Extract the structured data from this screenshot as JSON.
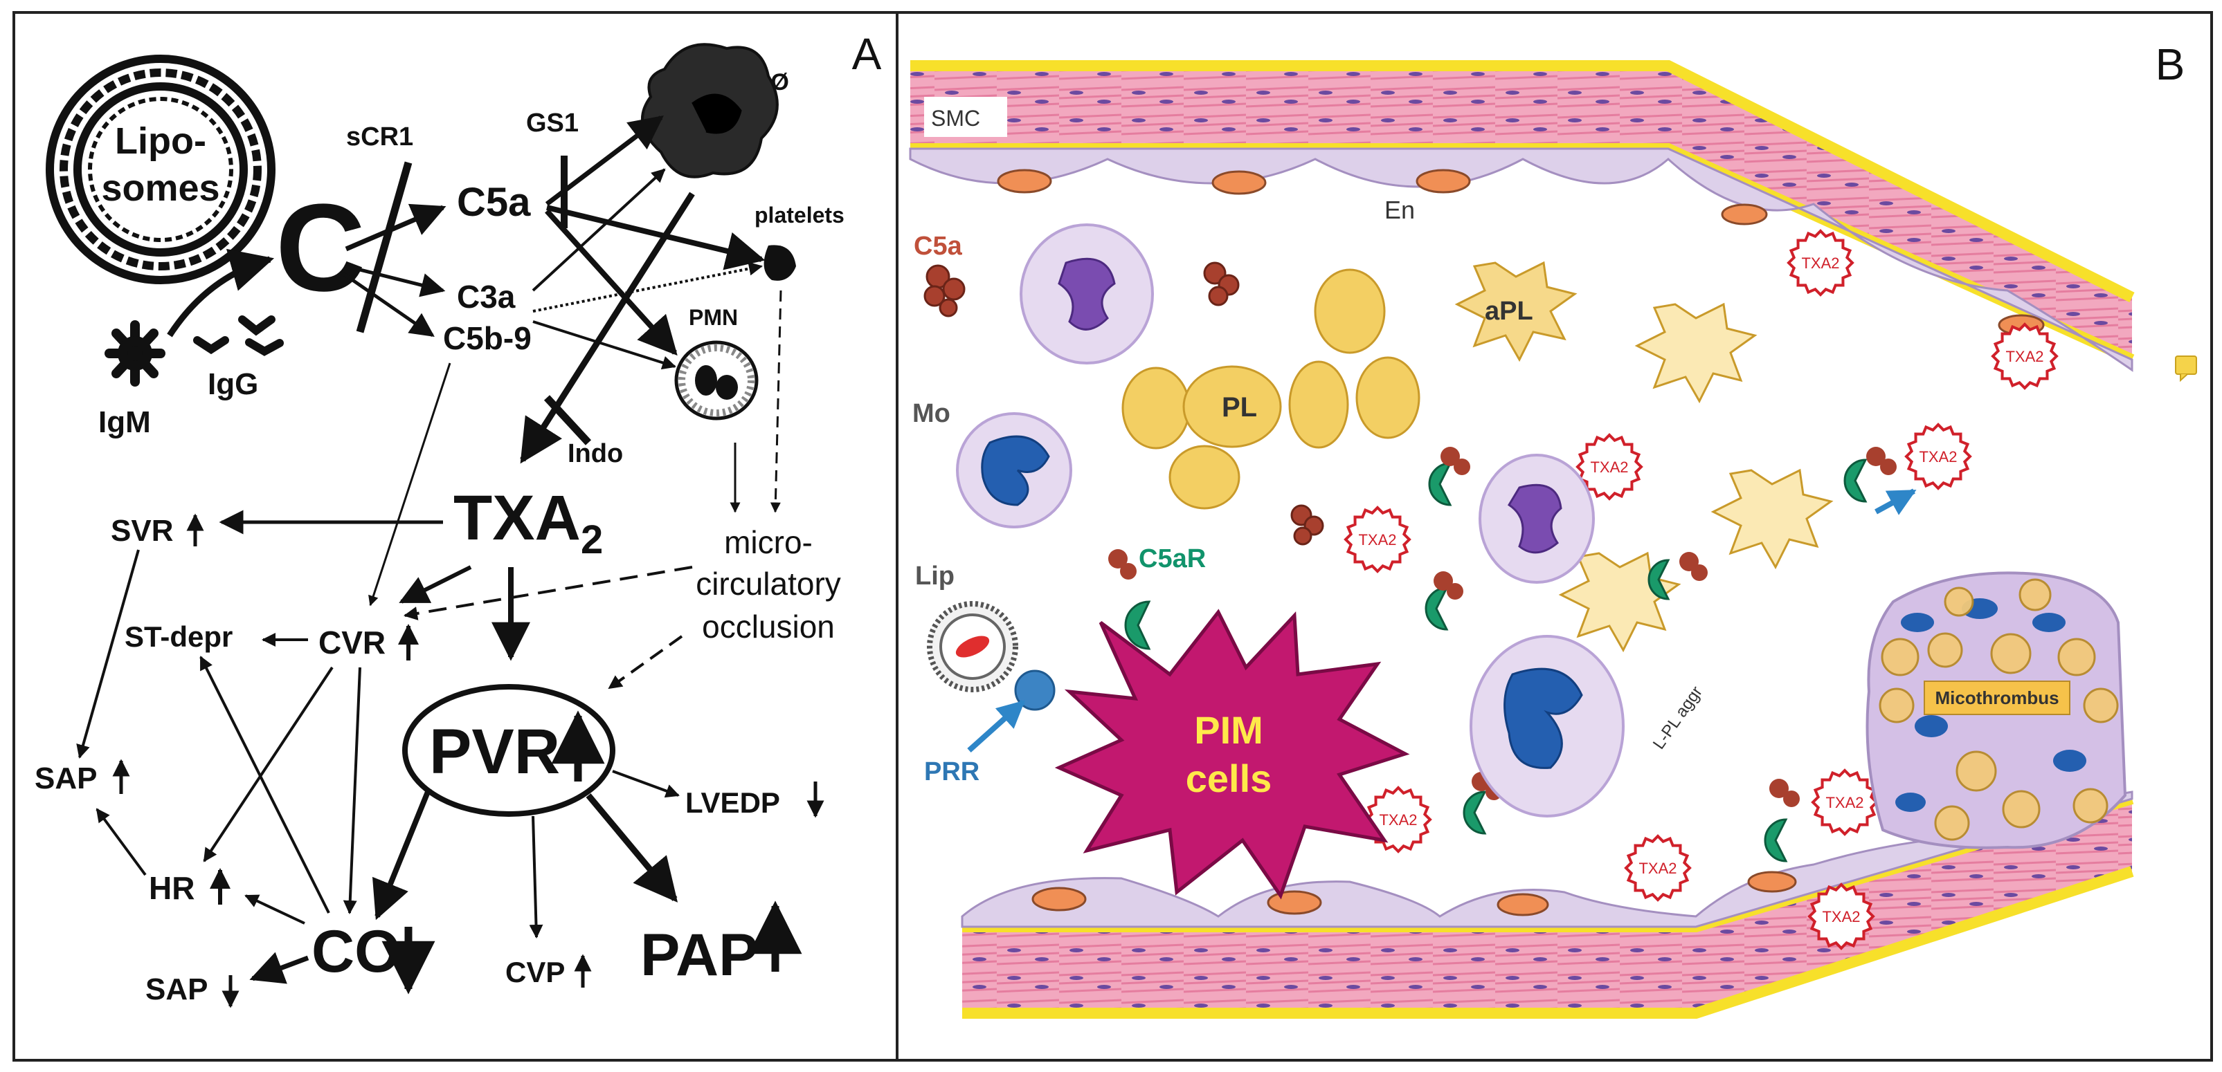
{
  "panel_a": {
    "letter": "A",
    "liposomes": "Lipo-|somes",
    "complement": "C",
    "igm": "IgM",
    "igg": "IgG",
    "scr1": "sCR1",
    "c5a": "C5a",
    "c3a": "C3a",
    "c5b9": "C5b-9",
    "gs1": "GS1",
    "macrophage": "MØ",
    "platelets": "platelets",
    "pmn": "PMN",
    "indo": "Indo",
    "txa2_main": "TXA",
    "txa2_sub": "2",
    "microcirculatory": "micro-|circulatory|occlusion",
    "svr": "SVR",
    "st_depr": "ST-depr",
    "cvr": "CVR",
    "pvr": "PVR",
    "sap_top": "SAP",
    "hr": "HR",
    "co": "CO",
    "sap_bottom": "SAP",
    "cvp": "CVP",
    "pap": "PAP",
    "lvedp": "LVEDP"
  },
  "panel_b": {
    "letter": "B",
    "smc": "SMC",
    "en": "En",
    "c5a": "C5a",
    "apl": "aPL",
    "pl": "PL",
    "mo": "Mo",
    "c5ar": "C5aR",
    "lip": "Lip",
    "prr": "PRR",
    "pim": "PIM|cells",
    "txa2": "TXA2",
    "micothrombus": "Micothrombus",
    "lpl_aggr": "L-PL aggr"
  },
  "colors": {
    "wall_pink": "#f2a8bf",
    "wall_yellow": "#f7e02a",
    "pim_magenta": "#c2186f",
    "pim_text": "#ffe94a",
    "c5a_label": "#c0503a",
    "c5ar_label": "#11936b",
    "prr_label": "#2e77b4",
    "txa2_red": "#d0202a",
    "platelet_yellow": "#f3cf63",
    "nucleus_blue": "#245fb0",
    "nucleus_purple": "#6b3fa0",
    "endothelium_lilac": "#ddd0ea"
  }
}
